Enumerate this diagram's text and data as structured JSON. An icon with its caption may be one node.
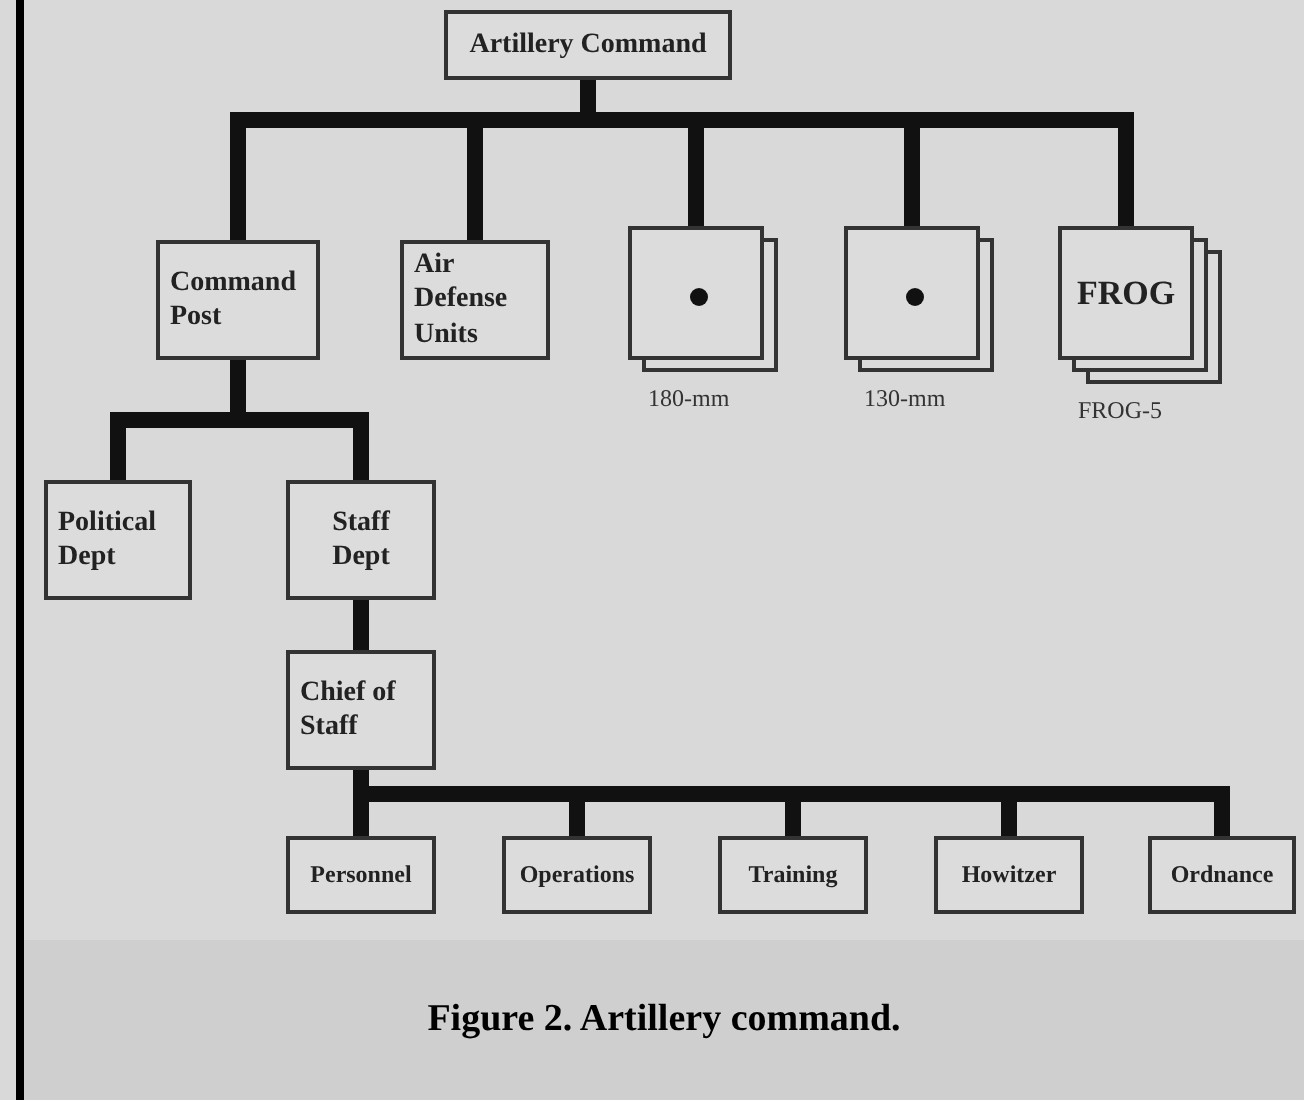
{
  "diagram": {
    "caption": "Figure 2. Artillery command.",
    "nodes": [
      {
        "text": [
          "Artillery Command"
        ]
      },
      {
        "text": [
          "Command Post"
        ]
      },
      {
        "text": [
          "Air Defense Units"
        ]
      },
      {
        "text": [],
        "shape": "box",
        "beside": [
          "180-mm"
        ]
      },
      {
        "text": [],
        "shape": "box",
        "beside": [
          "130-mm"
        ]
      },
      {
        "text": [
          "FROG"
        ],
        "beside": [
          "FROG-5"
        ]
      },
      {
        "text": [
          "Political Dept"
        ]
      },
      {
        "text": [
          "Staff Dept"
        ]
      },
      {
        "text": [
          "Chief of Staff"
        ]
      },
      {
        "text": [
          "Personnel"
        ]
      },
      {
        "text": [
          "Operations"
        ]
      },
      {
        "text": [
          "Training"
        ]
      },
      {
        "text": [
          "Howitzer"
        ]
      },
      {
        "text": [
          "Ordnance"
        ]
      }
    ],
    "edges": [
      {
        "from": 0,
        "to": 1,
        "arrow": "none"
      },
      {
        "from": 0,
        "to": 2,
        "arrow": "none"
      },
      {
        "from": 0,
        "to": 3,
        "arrow": "none"
      },
      {
        "from": 0,
        "to": 4,
        "arrow": "none"
      },
      {
        "from": 0,
        "to": 5,
        "arrow": "none"
      },
      {
        "from": 1,
        "to": 6,
        "arrow": "none"
      },
      {
        "from": 1,
        "to": 7,
        "arrow": "none"
      },
      {
        "from": 7,
        "to": 8,
        "arrow": "none"
      },
      {
        "from": 8,
        "to": 9,
        "arrow": "none"
      },
      {
        "from": 8,
        "to": 10,
        "arrow": "none"
      },
      {
        "from": 8,
        "to": 11,
        "arrow": "none"
      },
      {
        "from": 8,
        "to": 12,
        "arrow": "none"
      },
      {
        "from": 8,
        "to": 13,
        "arrow": "none"
      }
    ]
  }
}
